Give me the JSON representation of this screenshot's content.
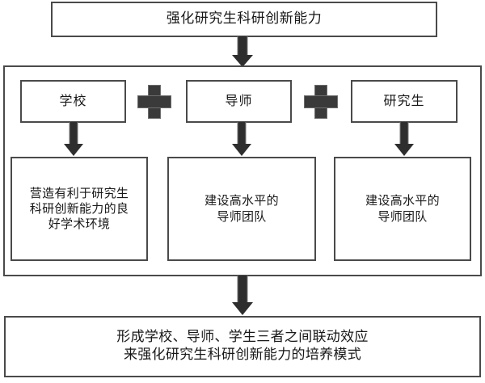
{
  "diagram": {
    "title": "强化研究生科研创新能力",
    "type": "flowchart",
    "goal": {
      "label": "强化研究生科研创新能力"
    },
    "actors": [
      {
        "label": "学校"
      },
      {
        "label": "导师"
      },
      {
        "label": "研究生"
      }
    ],
    "operators": [
      {
        "symbol": "+",
        "name": "plus"
      },
      {
        "symbol": "+",
        "name": "plus"
      }
    ],
    "measures": [
      {
        "label": "营造有利于研究生\n科研创新能力的良\n好学术环境"
      },
      {
        "label": "建设高水平的\n导师团队"
      },
      {
        "label": "建设高水平的\n导师团队"
      }
    ],
    "outcome": {
      "label": "形成学校、导师、学生三者之间联动效应\n来强化研究生科研创新能力的培养模式"
    },
    "colors": {
      "box_border": "#4a4a4a",
      "box_fill": "#ffffff",
      "arrow": "#2e2e2e",
      "plus": "#3a3a3a",
      "text": "#181818"
    }
  }
}
